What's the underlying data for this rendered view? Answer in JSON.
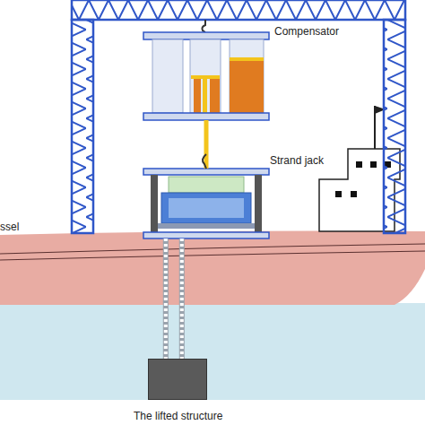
{
  "diagram": {
    "nodes": [
      {
        "text": [
          "Compensator"
        ]
      },
      {
        "text": [
          "Strand jack"
        ]
      },
      {
        "text": [
          "The lifted structure"
        ]
      }
    ],
    "edges": [
      {
        "from": 0,
        "to": 1,
        "arrow": "none"
      },
      {
        "from": 1,
        "to": 2,
        "arrow": "none"
      }
    ],
    "labels": [
      "ssel"
    ]
  }
}
